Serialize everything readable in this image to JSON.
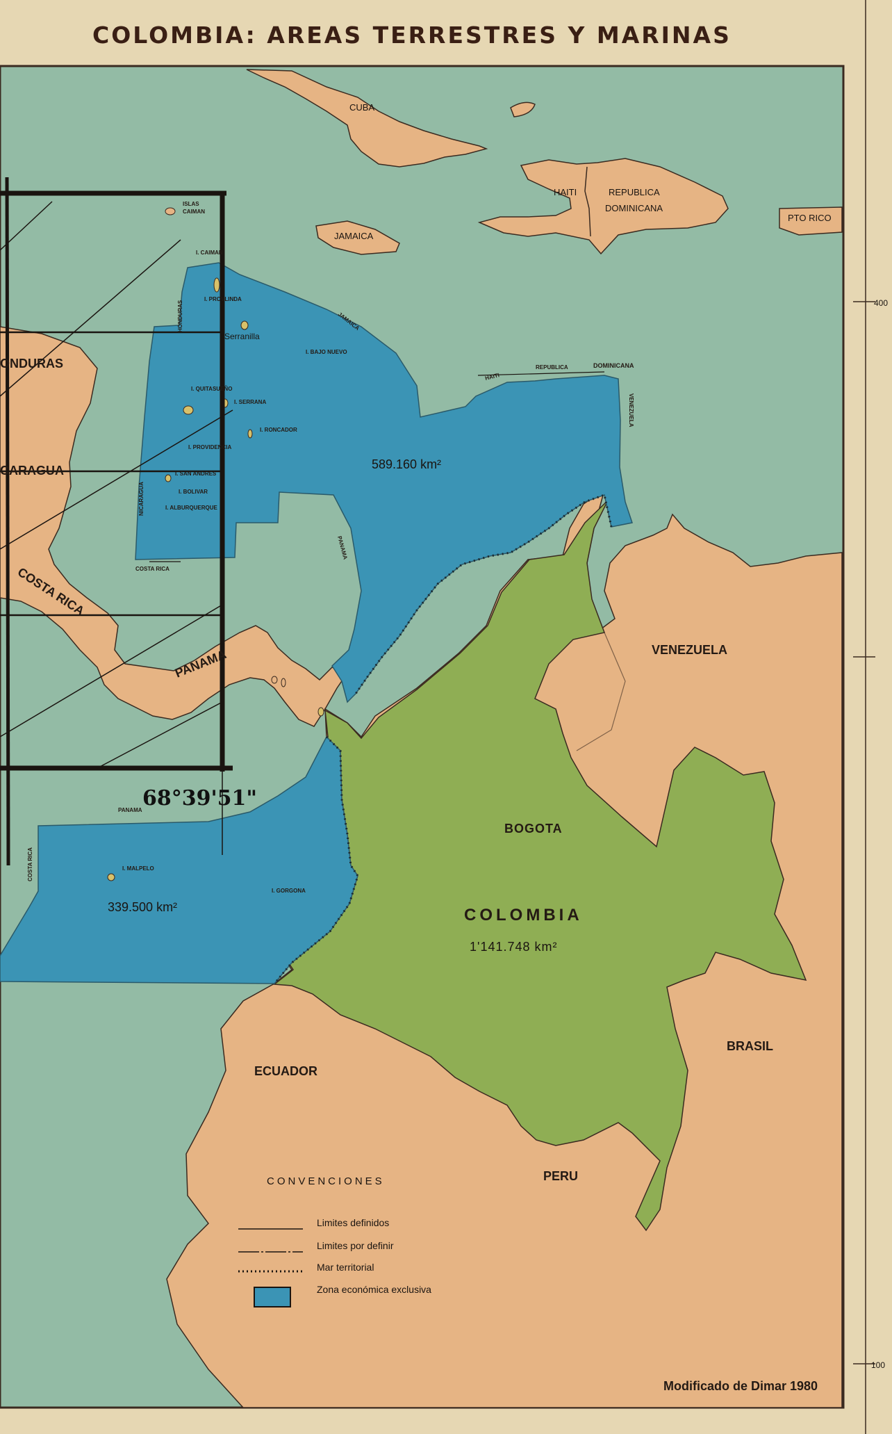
{
  "title": "COLOMBIA: AREAS TERRESTRES Y MARINAS",
  "colors": {
    "sea": "#93bba5",
    "land": "#e6b484",
    "colombia": "#8fae54",
    "eez": "#3b94b5",
    "border": "#3a2a20",
    "paper": "#e6d7b3"
  },
  "countries": {
    "cuba": "CUBA",
    "haiti": "HAITI",
    "rep_dom_1": "REPUBLICA",
    "rep_dom_2": "DOMINICANA",
    "puerto_rico": "PTO RICO",
    "jamaica": "JAMAICA",
    "honduras": "ONDURAS",
    "nicaragua": "CARAGUA",
    "costa_rica": "COSTA RICA",
    "panama": "PANAMA",
    "venezuela": "VENEZUELA",
    "ecuador": "ECUADOR",
    "peru": "PERU",
    "brasil": "BRASIL",
    "colombia": "COLOMBIA",
    "capital": "BOGOTA"
  },
  "islands": {
    "islas_caiman_1": "ISLAS",
    "islas_caiman_2": "CAIMAN",
    "i_caiman": "I. CAIMAN",
    "i_providencia_linda": "I. PROVLINDA",
    "serranilla": "Serranilla",
    "bajo_nuevo": "I. BAJO NUEVO",
    "quitasueno": "I. QUITASUEÑO",
    "serrana": "I. SERRANA",
    "roncador": "I. RONCADOR",
    "providencia": "I. PROVIDENCIA",
    "san_andres": "I. SAN ANDRES",
    "bolivar": "I. BOLIVAR",
    "alburquerque": "I. ALBURQUERQUE",
    "malpelo": "I. MALPELO",
    "gorgona": "I. GORGONA"
  },
  "boundary_labels": {
    "honduras": "HONDURAS",
    "jamaica": "JAMAICA",
    "haiti": "HAITI",
    "rep_dom": "REPUBLICA",
    "dominicana": "DOMINICANA",
    "venezuela": "VENEZUELA",
    "nicaragua": "NICARAGUA",
    "costa_rica_n": "COSTA RICA",
    "panama_n": "PANAMA",
    "panama_s": "PANAMA",
    "costa_rica_s": "COSTA RICA"
  },
  "areas": {
    "caribbean": "589.160 km²",
    "pacific": "339.500 km²",
    "land": "1'141.748 km²"
  },
  "handwritten": "68°39'51\"",
  "scale_marks": {
    "upper": "400",
    "lower": "100"
  },
  "legend": {
    "title": "CONVENCIONES",
    "items": [
      {
        "label": "Limites definidos",
        "style": "solid"
      },
      {
        "label": "Limites por definir",
        "style": "dashed"
      },
      {
        "label": "Mar territorial",
        "style": "dotted"
      },
      {
        "label": "Zona económica exclusiva",
        "style": "box"
      }
    ]
  },
  "credit": "Modificado de Dimar 1980"
}
